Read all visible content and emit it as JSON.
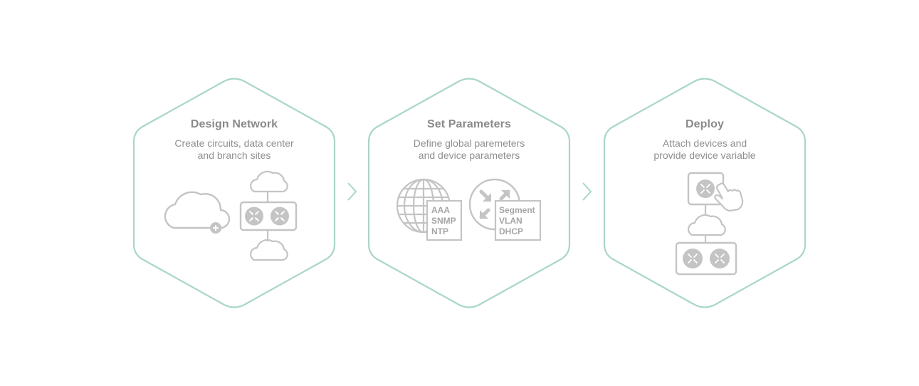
{
  "steps": [
    {
      "title": "Design Network",
      "description": [
        "Create circuits, data center",
        "and branch sites"
      ],
      "icons": [
        "cloud-add-icon",
        "cloud-icon",
        "router-pair-icon",
        "cloud-icon"
      ]
    },
    {
      "title": "Set  Parameters",
      "description": [
        "Define global paremeters",
        "and device parameters"
      ],
      "global_params": [
        "AAA",
        "SNMP",
        "NTP"
      ],
      "device_params": [
        "Segment",
        "VLAN",
        "DHCP"
      ],
      "icons": [
        "globe-icon",
        "router-icon"
      ]
    },
    {
      "title": "Deploy",
      "description": [
        "Attach devices and",
        "provide device variable"
      ],
      "icons": [
        "router-touch-icon",
        "cloud-icon",
        "router-pair-icon"
      ]
    }
  ],
  "colors": {
    "hexagon_border": "#a9d6c8",
    "icon_gray": "#c4c4c4",
    "text_gray": "#8a8a8a"
  }
}
